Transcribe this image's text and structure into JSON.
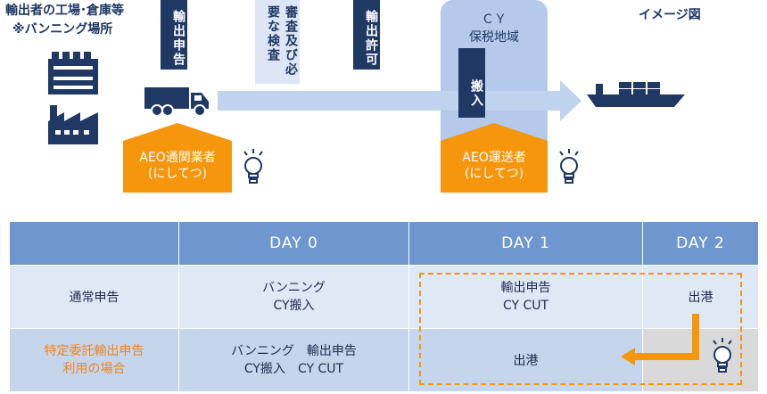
{
  "top": {
    "factory_title_line1": "輸出者の工場･倉庫等",
    "factory_title_line2": "※バンニング場所",
    "image_caption": "イメージ図",
    "step_export_declaration": "輸出申告",
    "step_inspection": "審査及び必要な検査",
    "step_export_permit": "輸出許可",
    "cy_title_line1": "ＣＹ",
    "cy_title_line2": "保税地域",
    "step_carry_in": "搬入",
    "aeo_broker_line1": "AEO通関業者",
    "aeo_broker_line2": "(にしてつ)",
    "aeo_carrier_line1": "AEO運送者",
    "aeo_carrier_line2": "(にしてつ)"
  },
  "schedule": {
    "columns": [
      "",
      "DAY 0",
      "DAY 1",
      "DAY 2"
    ],
    "rows": [
      {
        "label": "通常申告",
        "day0": [
          "バンニング",
          "CY搬入"
        ],
        "day1": [
          "輸出申告",
          "CY CUT"
        ],
        "day2": "出港"
      },
      {
        "label_line1": "特定委託輸出申告",
        "label_line2": "利用の場合",
        "day0_line1": "バンニング　輸出申告",
        "day0_line2": "CY搬入　CY CUT",
        "day1": "出港"
      }
    ]
  },
  "colors": {
    "navy": "#1f3864",
    "orange": "#f5960c",
    "light_blue": "#b5c9ea",
    "arrow_blue": "#bfd3ef",
    "header_blue": "#6f97cf",
    "special_label": "#f0831e"
  },
  "icons": [
    "factory-icon",
    "truck-icon",
    "ship-icon",
    "lightbulb-icon"
  ]
}
